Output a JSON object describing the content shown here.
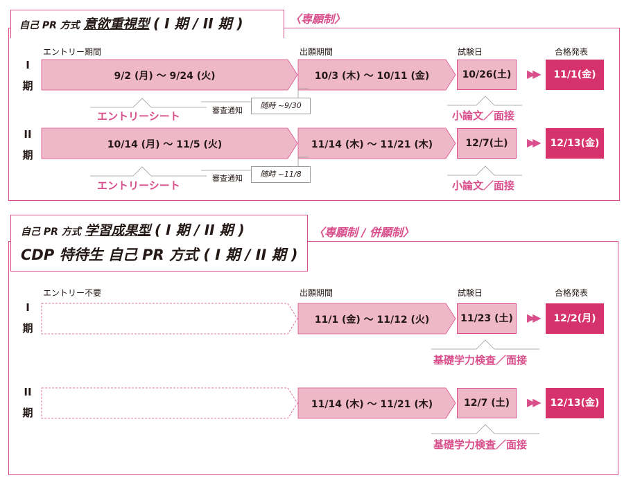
{
  "section1": {
    "subtitle": "自己 PR 方式",
    "title": "意欲重視型",
    "title_suffix": "( I 期 / II 期 )",
    "system": "〈専願制〉",
    "headers": {
      "entry": "エントリー期間",
      "application": "出願期間",
      "exam": "試験日",
      "result": "合格発表"
    },
    "rows": [
      {
        "period": [
          "I",
          "期"
        ],
        "entry_range": "9/2 (月) ～ 9/24 (火)",
        "application_range": "10/3 (木) ～ 10/11 (金)",
        "exam_date": "10/26(土)",
        "result_date": "11/1(金)",
        "entry_item": "エントリーシート",
        "notice_label": "審査通知",
        "notice_value": "随時 ~9/30",
        "exam_content": "小論文／面接"
      },
      {
        "period": [
          "II",
          "期"
        ],
        "entry_range": "10/14 (月) ～ 11/5 (火)",
        "application_range": "11/14 (木) ～ 11/21 (木)",
        "exam_date": "12/7(土)",
        "result_date": "12/13(金)",
        "entry_item": "エントリーシート",
        "notice_label": "審査通知",
        "notice_value": "随時 ~11/8",
        "exam_content": "小論文／面接"
      }
    ]
  },
  "section2": {
    "subtitle": "自己 PR 方式",
    "title": "学習成果型",
    "title_suffix": "( I 期 / II 期 )",
    "title2": "CDP 特待生 自己 PR 方式 ( I 期 / II 期 )",
    "system": "〈専願制 / 併願制〉",
    "headers": {
      "entry": "エントリー不要",
      "application": "出願期間",
      "exam": "試験日",
      "result": "合格発表"
    },
    "rows": [
      {
        "period": [
          "I",
          "期"
        ],
        "application_range": "11/1 (金) ～ 11/12 (火)",
        "exam_date": "11/23 (土)",
        "result_date": "12/2(月)",
        "exam_content": "基礎学力検査／面接"
      },
      {
        "period": [
          "II",
          "期"
        ],
        "application_range": "11/14 (木) ～ 11/21 (木)",
        "exam_date": "12/7 (土)",
        "result_date": "12/13(金)",
        "exam_content": "基礎学力検査／面接"
      }
    ]
  },
  "colors": {
    "accent": "#d94f8c",
    "bar_fill": "#efb8c8",
    "result_fill": "#d6336c"
  }
}
